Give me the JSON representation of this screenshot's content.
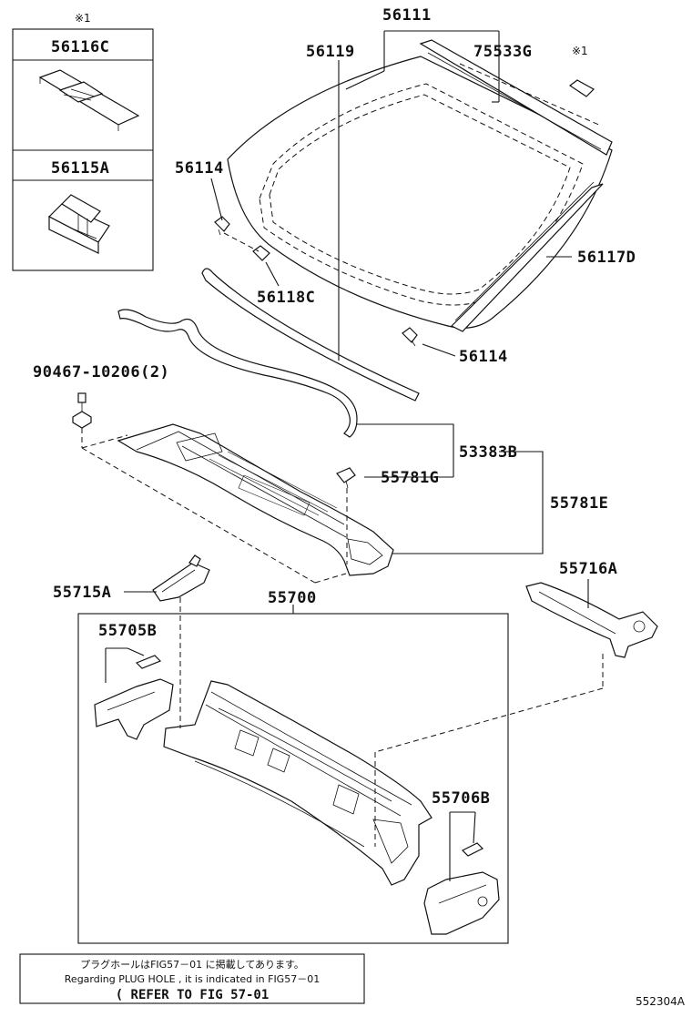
{
  "inset": {
    "mark": "※1",
    "items": [
      {
        "part_no": "56116C"
      },
      {
        "part_no": "56115A"
      }
    ]
  },
  "labels": {
    "p56111": "56111",
    "p56119": "56119",
    "p75533G": "75533G",
    "mark1": "※1",
    "p56114_top": "56114",
    "p56117D": "56117D",
    "p56118C": "56118C",
    "p56114_bot": "56114",
    "p90467": "90467-10206(2)",
    "p53383B": "53383B",
    "p55781G": "55781G",
    "p55781E": "55781E",
    "p55716A": "55716A",
    "p55715A": "55715A",
    "p55700": "55700",
    "p55705B": "55705B",
    "p55706B": "55706B"
  },
  "note": {
    "line1": "プラグホールはFIG57－01 に掲載してあります。",
    "line2": "Regarding PLUG HOLE , it is indicated in FIG57－01",
    "line3": "( REFER TO FIG 57-01"
  },
  "figure_code": "552304A"
}
